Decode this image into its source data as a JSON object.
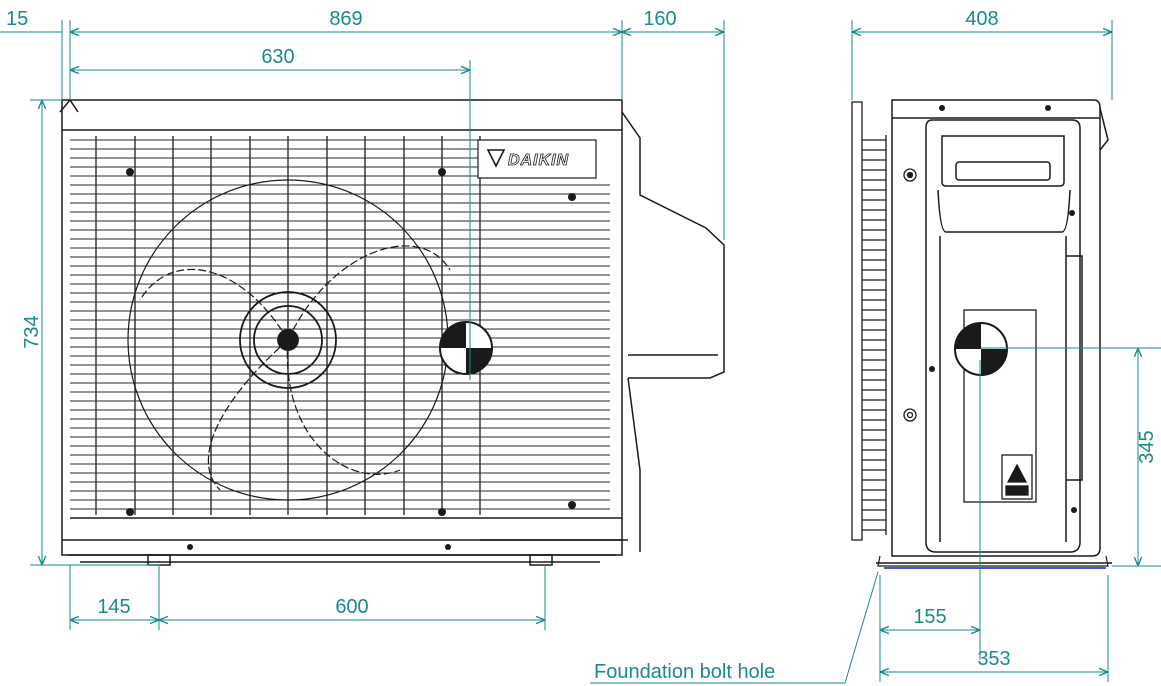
{
  "colors": {
    "dimension": "#1a8a8a",
    "outline": "#1a1a1a",
    "base_line": "#2a40c0",
    "background": "#ffffff"
  },
  "brand": {
    "logo_text": "DAIKIN",
    "logo_icon": "daikin-triangle-icon"
  },
  "icons": {
    "center_of_gravity": "center-of-gravity-icon",
    "warning": "warning-triangle-icon"
  },
  "front_view": {
    "dimensions": {
      "total_width": "869",
      "side_projection": "160",
      "left_offset": "15",
      "cog_horizontal": "630",
      "height": "734",
      "foot_offset": "145",
      "foot_spacing": "600"
    }
  },
  "side_view": {
    "dimensions": {
      "depth": "408",
      "cog_height": "345",
      "bolt_hole_offset": "155",
      "bolt_span": "353"
    },
    "note": "Foundation bolt hole"
  }
}
